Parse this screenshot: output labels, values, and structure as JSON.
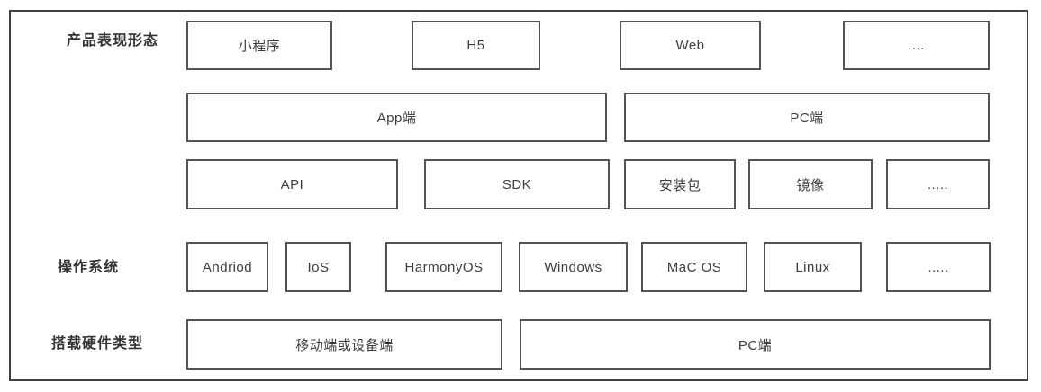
{
  "colors": {
    "background": "#ffffff",
    "frame_border": "#404040",
    "box_border": "#545454",
    "text": "#3d3d3d",
    "label_text": "#333333"
  },
  "diagram": {
    "row_labels": {
      "product_form": "产品表现形态",
      "operating_system": "操作系统",
      "hardware_type": "搭载硬件类型"
    },
    "rows": [
      {
        "name": "product-form-row",
        "boxes": [
          {
            "label": "小程序"
          },
          {
            "label": "H5"
          },
          {
            "label": "Web"
          },
          {
            "label": "...."
          }
        ]
      },
      {
        "name": "client-row",
        "boxes": [
          {
            "label": "App端"
          },
          {
            "label": "PC端"
          }
        ]
      },
      {
        "name": "delivery-row",
        "boxes": [
          {
            "label": "API"
          },
          {
            "label": "SDK"
          },
          {
            "label": "安装包"
          },
          {
            "label": "镜像"
          },
          {
            "label": "....."
          }
        ]
      },
      {
        "name": "os-row",
        "boxes": [
          {
            "label": "Andriod"
          },
          {
            "label": "IoS"
          },
          {
            "label": "HarmonyOS"
          },
          {
            "label": "Windows"
          },
          {
            "label": "MaC OS"
          },
          {
            "label": "Linux"
          },
          {
            "label": "....."
          }
        ]
      },
      {
        "name": "hardware-row",
        "boxes": [
          {
            "label": "移动端或设备端"
          },
          {
            "label": "PC端"
          }
        ]
      }
    ]
  }
}
